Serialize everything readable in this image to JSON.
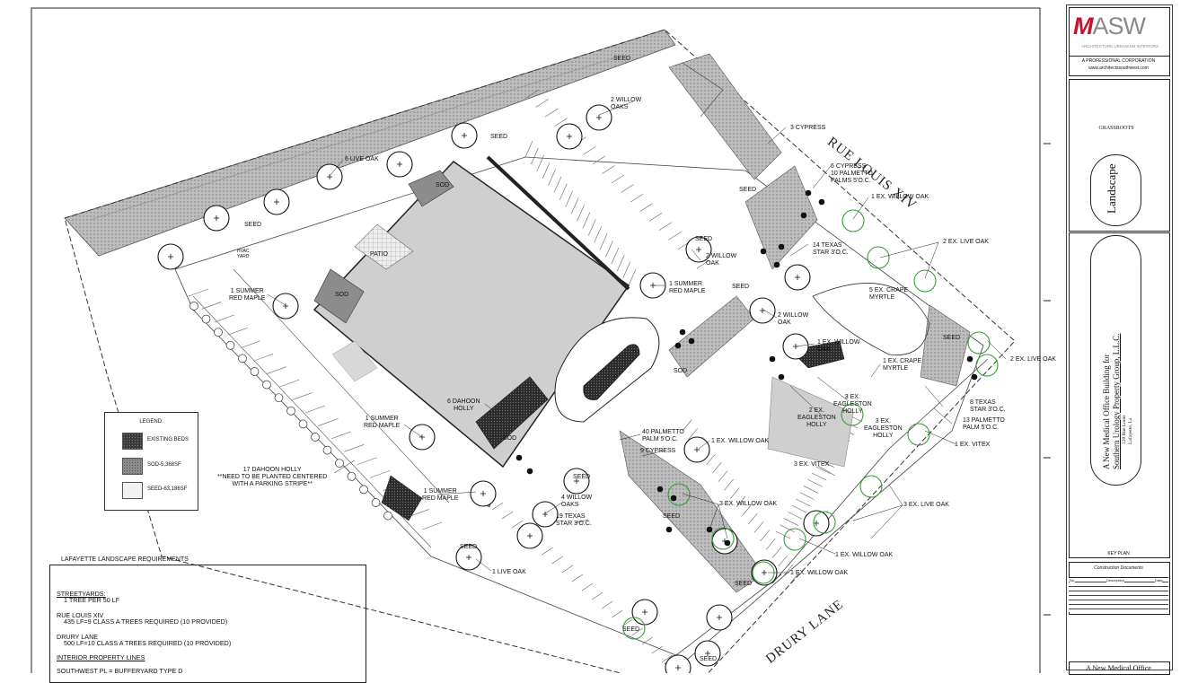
{
  "streets": {
    "rue_louis": "RUE LOUIS XIV",
    "drury": "DRURY LANE"
  },
  "plan_labels": {
    "seed": "SEED",
    "sod": "SOD",
    "patio": "PATIO",
    "hvac": "HVAC\nYARD",
    "six_live_oak": "6 LIVE OAK",
    "two_willow_oaks_top": "2 WILLOW\nOAKS",
    "three_cypress": "3 CYPRESS",
    "six_cypress": "6 CYPRESS\n10 PALMETTO\nPALMS 5'O.C.",
    "ex_willow_oak_1": "1 EX. WILLOW OAK",
    "two_ex_live_oak": "2 EX. LIVE OAK",
    "fourteen_texas": "14 TEXAS\nSTAR 3'O.C.",
    "two_willow_oak_mid": "2 WILLOW\nOAK",
    "one_summer_red_maple_a": "1 SUMMER\nRED MAPLE",
    "one_summer_red_maple_b": "1 SUMMER\nRED MAPLE",
    "one_summer_red_maple_c": "1 SUMMER\nRED MAPLE",
    "one_summer_red_maple_d": "1 SUMMER\nRED MAPLE",
    "five_ex_crape": "5 EX. CRAPE\nMYRTLE",
    "two_willow_oak_b": "2 WILLOW\nOAK",
    "one_ex_willow_oak_b": "1 EX. WILLOW\nOAK",
    "one_ex_crape": "1 EX. CRAPE\nMYRTLE",
    "two_ex_live_oak_right": "2 EX. LIVE OAK",
    "six_dahoon": "6 DAHOON\nHOLLY",
    "two_ex_eagleston": "2 EX.\nEAGLESTON\nHOLLY",
    "three_ex_eagleston_a": "3 EX.\nEAGLESTON\nHOLLY",
    "three_ex_eagleston_b": "3 EX.\nEAGLESTON\nHOLLY",
    "eight_texas": "8 TEXAS\nSTAR 3'O.C.",
    "thirteen_palmetto": "13 PALMETTO\nPALM 5'O.C.",
    "one_ex_vitex": "1 EX. VITEX",
    "forty_palmetto": "40 PALMETTO\nPALM 5'O.C.",
    "nine_cypress": "9 CYPRESS",
    "one_ex_willow_oak_c": "1 EX. WILLOW OAK",
    "three_ex_vitex": "3 EX. VITEX",
    "seventeen_dahoon": "17 DAHOON HOLLY\n**NEED TO BE PLANTED CENTERED\nWITH A PARKING STRIPE**",
    "four_willow_oaks": "4 WILLOW\nOAKS",
    "three_ex_willow_oak": "3 EX. WILLOW OAK",
    "three_ex_live_oak": "3 EX. LIVE OAK",
    "nineteen_texas": "19 TEXAS\nSTAR 3'O.C.",
    "one_ex_willow_oak_d": "1 EX. WILLOW OAK",
    "one_ex_willow_oak_e": "1 EX. WILLOW OAK",
    "one_live_oak": "1 LIVE OAK"
  },
  "legend": {
    "title": "LEGEND:",
    "items": [
      {
        "label": "EXISTING BEDS",
        "color": "#3a3a3a"
      },
      {
        "label": "SOD-5,368SF",
        "color": "#8c8c8c"
      },
      {
        "label": "SEED-63,186SF",
        "color": "#f2f2f2"
      }
    ]
  },
  "requirements": {
    "title": "LAFAYETTE LANDSCAPE REQUIREMENTS",
    "streetyards_h": "STREETYARDS:",
    "streetyards_1": "1 TREE PER 50 LF",
    "rue_h": "RUE LOUIS XIV",
    "rue_1": "435 LF=9 CLASS A TREES REQUIRED (10 PROVIDED)",
    "drury_h": "DRURY LANE",
    "drury_1": "500 LF=10 CLASS A TREES REQUIRED (10 PROVIDED)",
    "interior_h": "INTERIOR PROPERTY LINES",
    "sw": "SOUTHWEST PL = BUFFERYARD TYPE D"
  },
  "title_block": {
    "logo_m": "M",
    "logo_rest": "ASW",
    "tagline": "ARCHITECTURE URBANISM INTERIORS",
    "corp": "A PROFESSIONAL CORPORATION",
    "web": "www.architectssouthwest.com",
    "grassroots": "GRASSROOTS",
    "sheet_name": "Landscape",
    "project_1": "A New Medical Office Building for",
    "project_2": "Southern Urology Property Group, L.L.C.",
    "address_1": "120 Rue Louis",
    "address_2": "Lafayette, La",
    "key_plan": "KEY PLAN",
    "construction_docs": "Construction Documents",
    "col_no": "No.",
    "col_desc": "Description",
    "col_date": "Date",
    "footer": "A New Medical Office"
  },
  "colors": {
    "building": "#cfcfcf",
    "existing_beds": "#3a3a3a",
    "sod": "#8c8c8c",
    "logo_red": "#c8102e",
    "tree_green": "#3a9a3a"
  }
}
